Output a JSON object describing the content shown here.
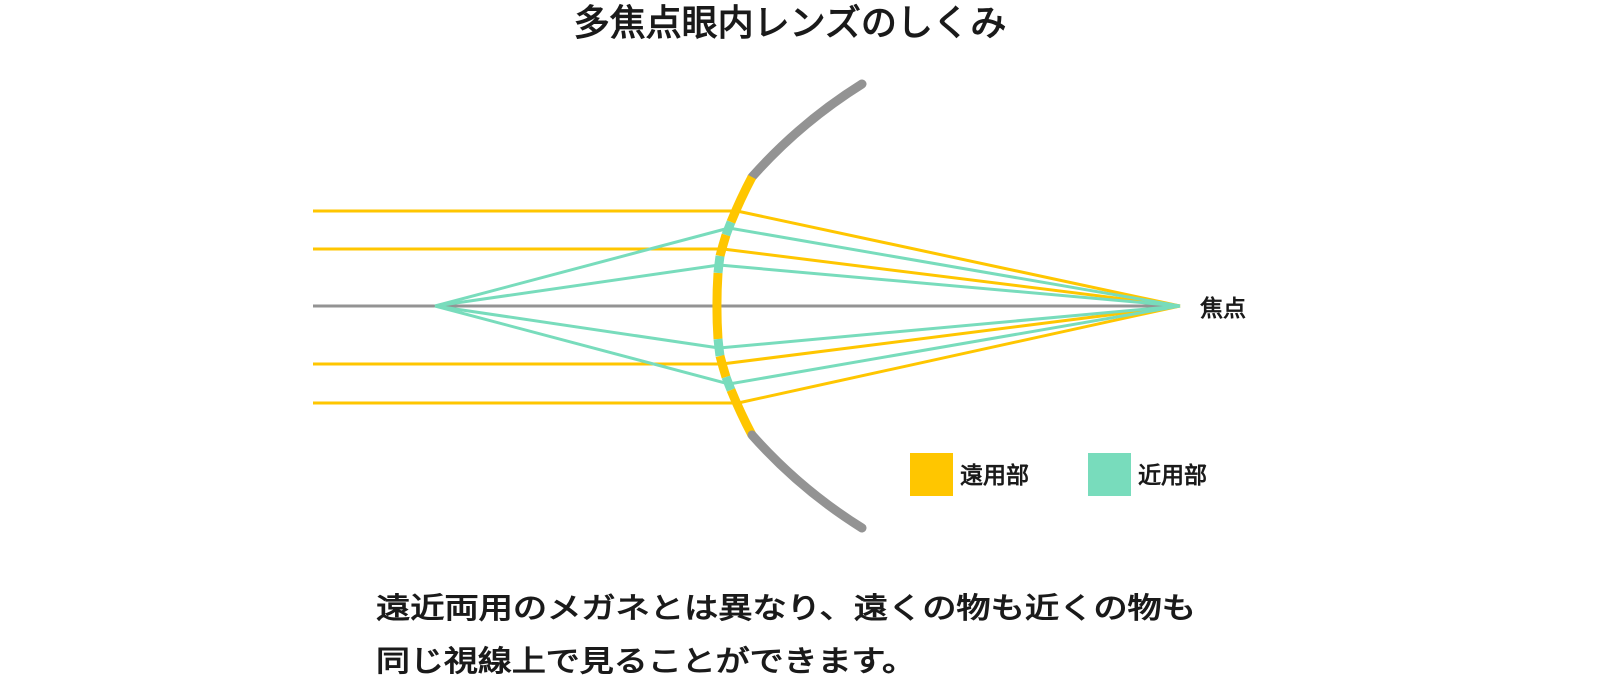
{
  "title": "多焦点眼内レンズのしくみ",
  "focus_label": "焦点",
  "legend": [
    {
      "label": "遠用部",
      "color": "#FFC600"
    },
    {
      "label": "近用部",
      "color": "#78DCBC"
    }
  ],
  "caption": {
    "line1": "遠近両用のメガネとは異なり、遠くの物も近くの物も",
    "line2": "同じ視線上で見ることができます。"
  },
  "colors": {
    "far": "#FFC600",
    "near": "#78DCBC",
    "axis": "#939393",
    "lens": "#939393",
    "text": "#1a1a1a"
  }
}
